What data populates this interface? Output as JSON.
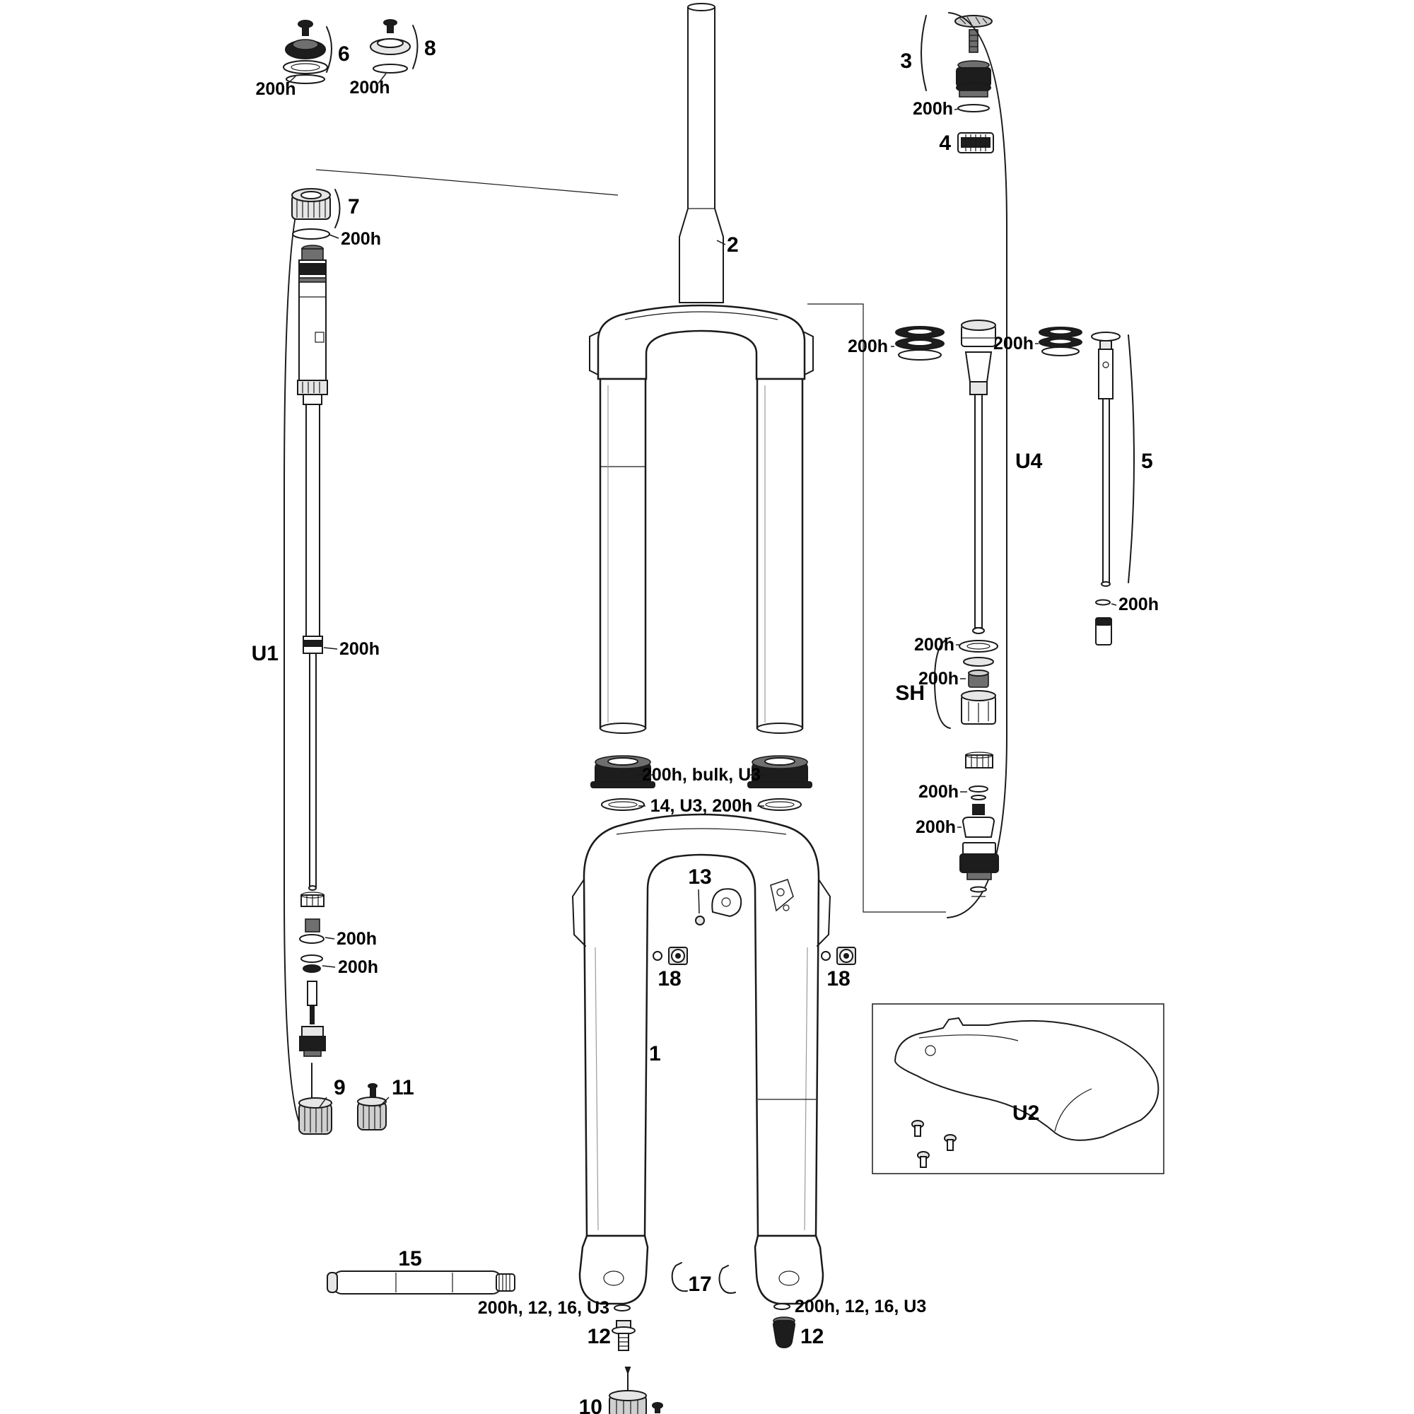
{
  "diagram_title": "Suspension fork exploded parts diagram",
  "labels": {
    "n1": "1",
    "n2": "2",
    "n3": "3",
    "n4": "4",
    "n5": "5",
    "n6": "6",
    "n7": "7",
    "n8": "8",
    "n9": "9",
    "n10": "10",
    "n11": "11",
    "n12": "12",
    "n13": "13",
    "n15": "15",
    "n17": "17",
    "n18": "18",
    "u1": "U1",
    "u2": "U2",
    "u4": "U4",
    "sh": "SH",
    "service": "200h",
    "seal_kit": "200h, bulk, U3",
    "ring_kit": "14, U3, 200h",
    "fastener_kit": "200h, 12, 16, U3"
  }
}
